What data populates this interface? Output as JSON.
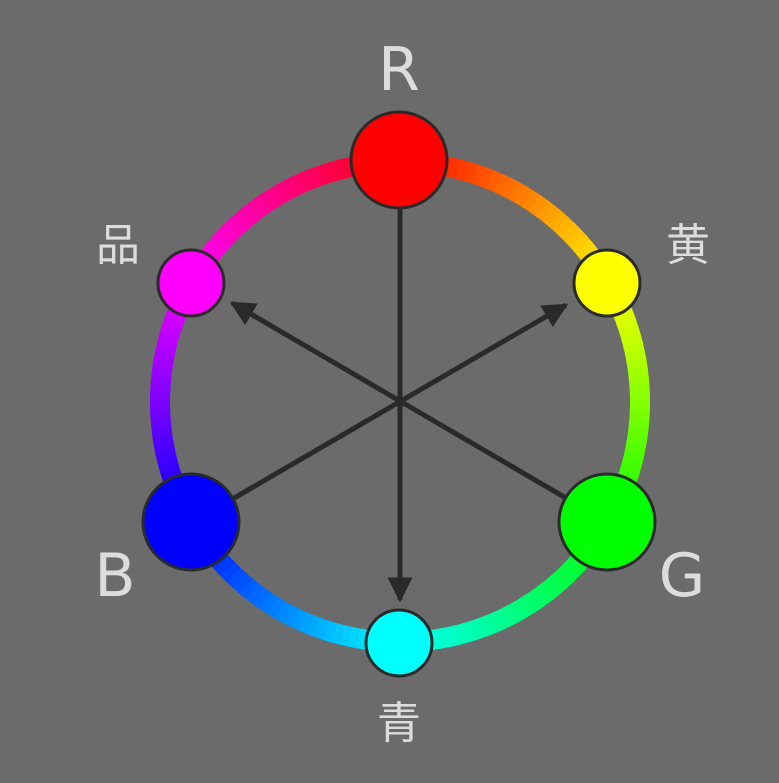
{
  "diagram": {
    "labels": {
      "red": "R",
      "yellow": "黄",
      "green": "G",
      "cyan": "青",
      "blue": "B",
      "magenta": "品"
    },
    "colors": {
      "background": "#6b6b6b",
      "label": "#dcdcdc",
      "stroke": "#2a2a2a",
      "red": "#ff0000",
      "yellow": "#ffff00",
      "green": "#00ff00",
      "cyan": "#00ffff",
      "blue": "#0000ff",
      "magenta": "#ff00ff"
    }
  }
}
